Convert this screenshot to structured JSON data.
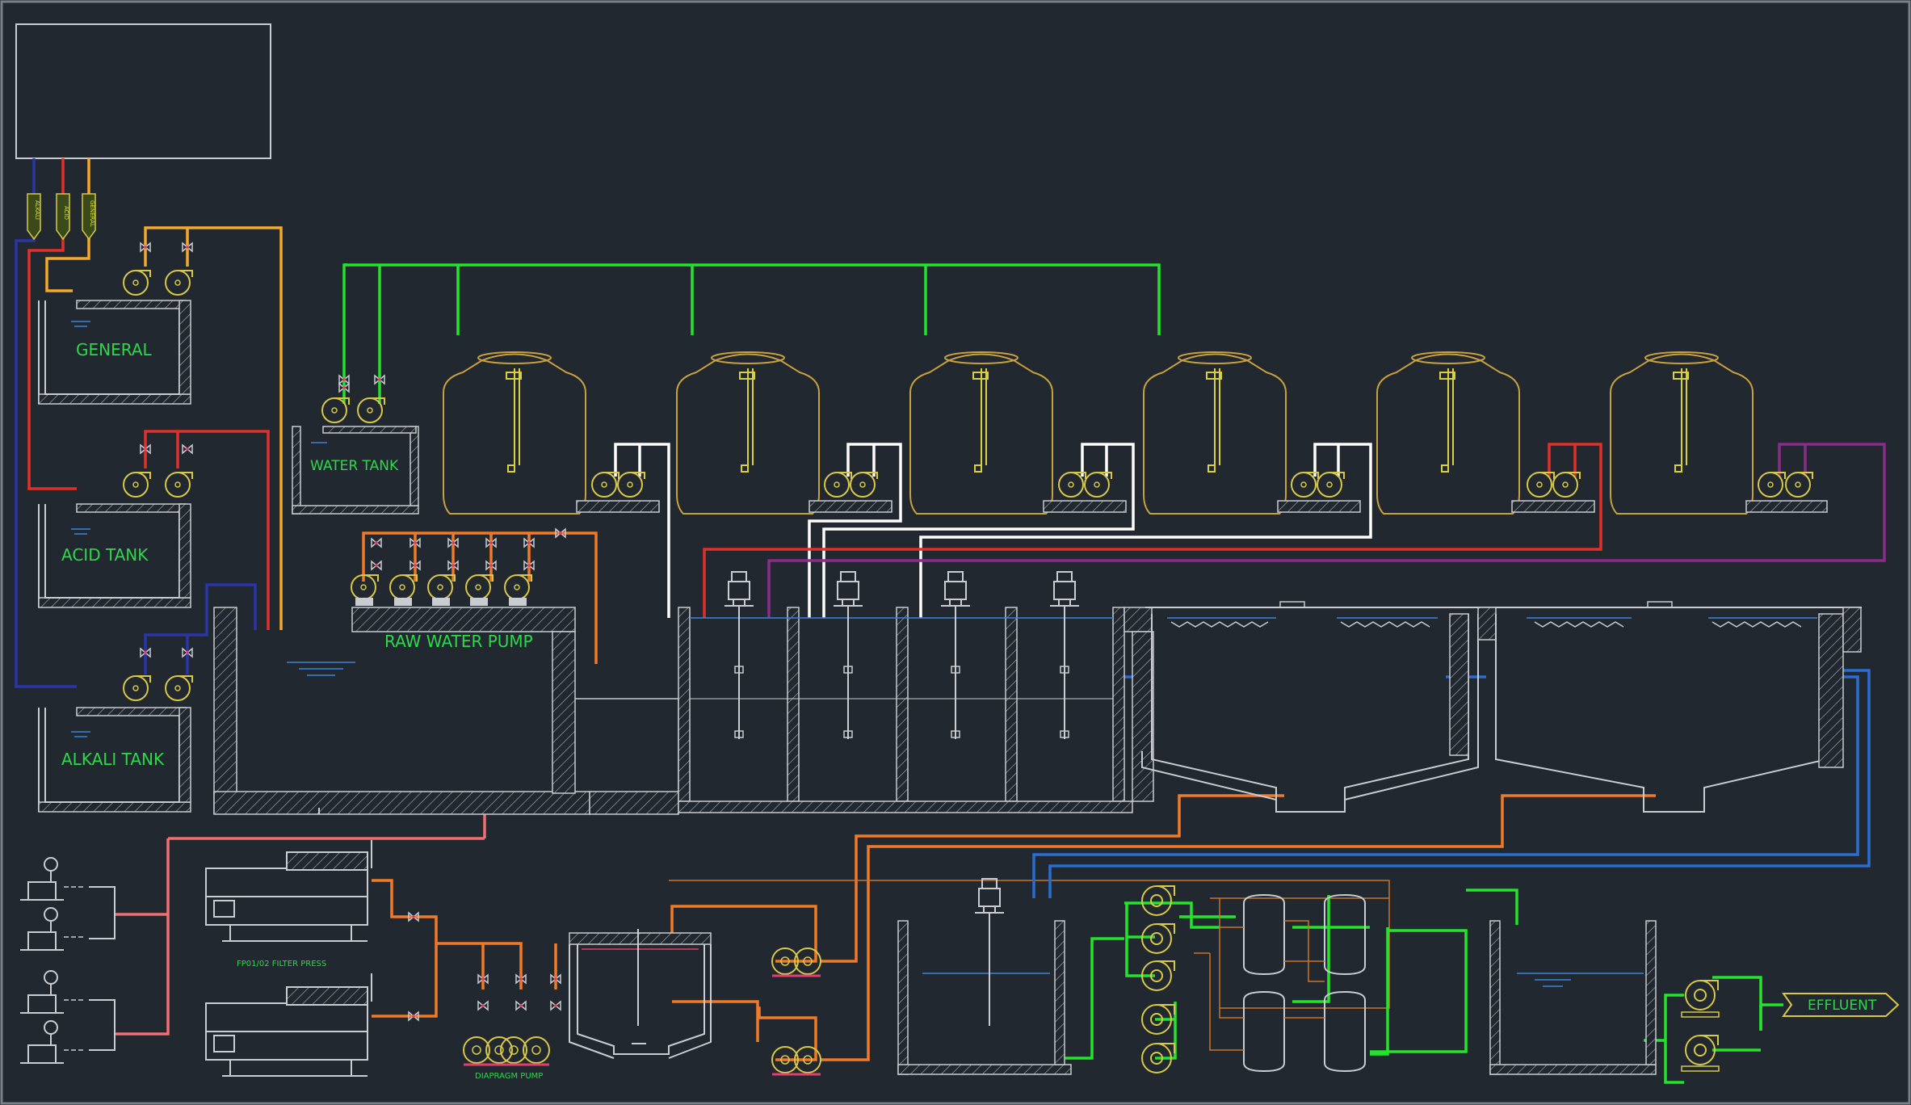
{
  "colors": {
    "background": "#212830",
    "structure": "#c9ccd0",
    "equipment": "#d8c848",
    "tank_outline": "#c8a040",
    "label": "#2fd84a",
    "line_green": "#25e32c",
    "line_white": "#ffffff",
    "line_red": "#e0302a",
    "line_purple": "#8a2c8a",
    "line_orange": "#f07a28",
    "line_amber": "#f4a82c",
    "line_blue": "#2a6ed0",
    "line_navy": "#2a36a8",
    "line_pink": "#f07070",
    "water": "#3a82d8"
  },
  "labels": {
    "general": "GENERAL",
    "acid_tank": "ACID TANK",
    "alkali_tank": "ALKALI TANK",
    "water_tank": "WATER TANK",
    "raw_water_pump": "RAW WATER PUMP",
    "filter_press": "FP01/02 FILTER PRESS",
    "diaphragm_pump": "DIAPRAGM PUMP",
    "effluent": "EFFLUENT"
  },
  "tag_labels": [
    "ALKALI",
    "ACID",
    "GENERAL"
  ]
}
